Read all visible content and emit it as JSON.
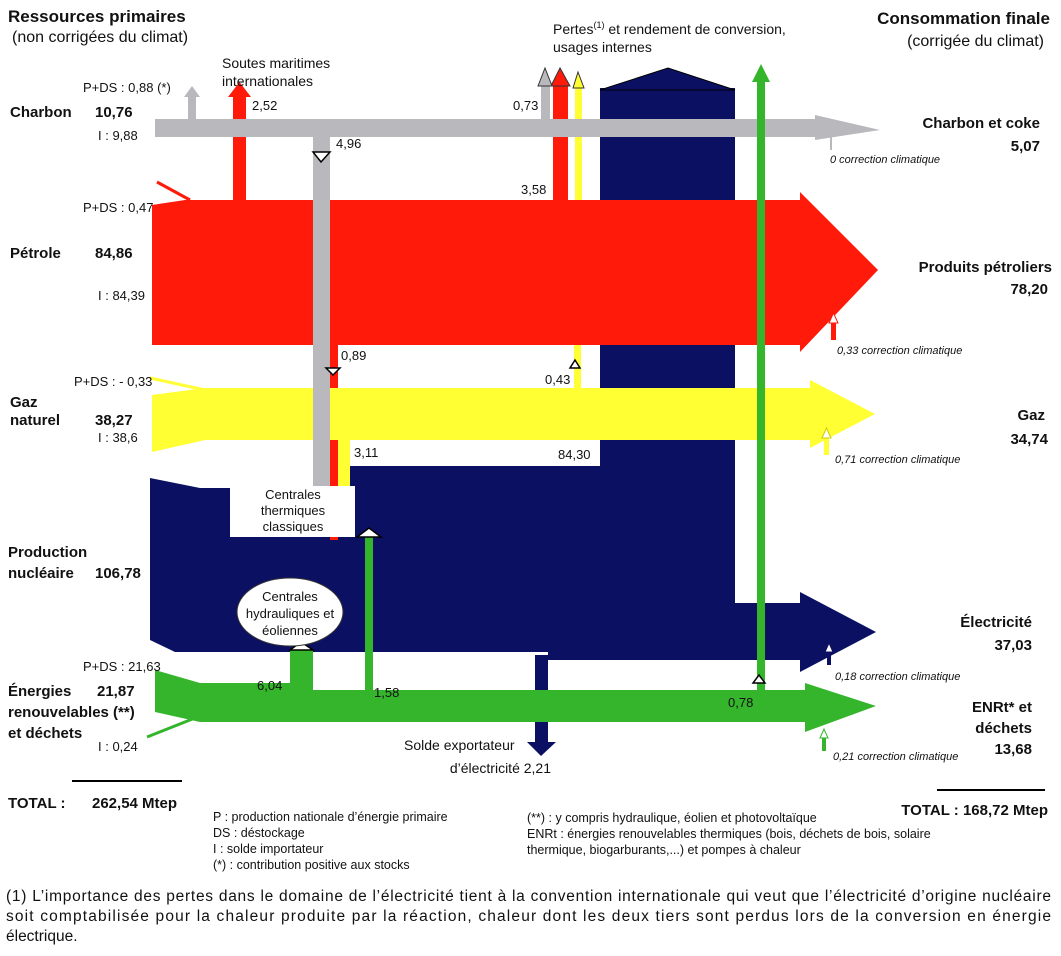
{
  "colors": {
    "charbon": "#b9b9bd",
    "petrole": "#ff1a0a",
    "gaz": "#ffff33",
    "nucleaire": "#0b1063",
    "renouvelables": "#35b52c"
  },
  "header": {
    "left_title": "Ressources primaires",
    "left_subtitle": "(non corrigées du climat)",
    "right_title": "Consommation finale",
    "right_subtitle": "(corrigée du climat)",
    "losses_a": "Pertes",
    "losses_sup": "(1)",
    "losses_b": " et rendement de conversion,",
    "losses_c": "usages internes",
    "soutes_1": "Soutes maritimes",
    "soutes_2": "internationales"
  },
  "sources": {
    "charbon": {
      "name": "Charbon",
      "total": "10,76",
      "pds": "P+DS : 0,88 (*)",
      "imp": "I : 9,88"
    },
    "petrole": {
      "name": "Pétrole",
      "total": "84,86",
      "pds": "P+DS : 0,47",
      "imp": "I : 84,39"
    },
    "gaz": {
      "name1": "Gaz",
      "name2": "naturel",
      "total": "38,27",
      "pds": "P+DS : - 0,33",
      "imp": "I : 38,6"
    },
    "nucleaire": {
      "name1": "Production",
      "name2": "nucléaire",
      "total": "106,78"
    },
    "enr": {
      "name1": "Énergies",
      "name2": "renouvelables (**)",
      "name3": "et déchets",
      "total": "21,87",
      "pds": "P+DS : 21,63",
      "imp": "I : 0,24"
    }
  },
  "flows": {
    "soutes": "2,52",
    "charbon_centrales": "4,96",
    "charbon_pertes": "0,73",
    "petrole_pertes": "3,58",
    "petrole_centrales": "0,89",
    "gaz_pertes": "0,43",
    "gaz_centrales": "3,11",
    "nucleaire_pertes": "84,30",
    "enr_hydro": "6,04",
    "enr_centrales": "1,58",
    "enr_pertes": "0,78",
    "solde_1": "Solde exportateur",
    "solde_2": "d’électricité 2,21"
  },
  "nodes": {
    "thermiques": [
      "Centrales",
      "thermiques",
      "classiques"
    ],
    "hydro": [
      "Centrales",
      "hydrauliques et",
      "éoliennes"
    ]
  },
  "finals": {
    "charbon": {
      "name": "Charbon et coke",
      "value": "5,07",
      "corr": "0 correction climatique"
    },
    "petrole": {
      "name": "Produits pétroliers",
      "value": "78,20",
      "corr": "0,33 correction climatique"
    },
    "gaz": {
      "name": "Gaz",
      "value": "34,74",
      "corr": "0,71 correction climatique"
    },
    "elec": {
      "name": "Électricité",
      "value": "37,03",
      "corr": "0,18 correction climatique"
    },
    "enr": {
      "name1": "ENRt* et",
      "name2": "déchets",
      "value": "13,68",
      "corr": "0,21 correction climatique"
    }
  },
  "totals": {
    "left_label": "TOTAL :",
    "left_value": "262,54 Mtep",
    "right": "TOTAL : 168,72 Mtep"
  },
  "legend_left": [
    "P : production nationale d’énergie primaire",
    "DS : déstockage",
    "I : solde importateur",
    "(*) : contribution positive aux stocks"
  ],
  "legend_right": [
    "(**) : y compris hydraulique, éolien et photovoltaïque",
    "ENRt : énergies renouvelables thermiques (bois, déchets de bois, solaire",
    "thermique, biogarburants,...) et pompes à chaleur"
  ],
  "footnote": [
    "(1) L’importance des pertes dans le domaine de l’électricité tient à la convention internationale qui veut que l’électricité d’origine nucléaire",
    "soit comptabilisée pour la chaleur produite par la réaction, chaleur dont les deux tiers sont perdus lors de la conversion en énergie",
    "électrique."
  ]
}
